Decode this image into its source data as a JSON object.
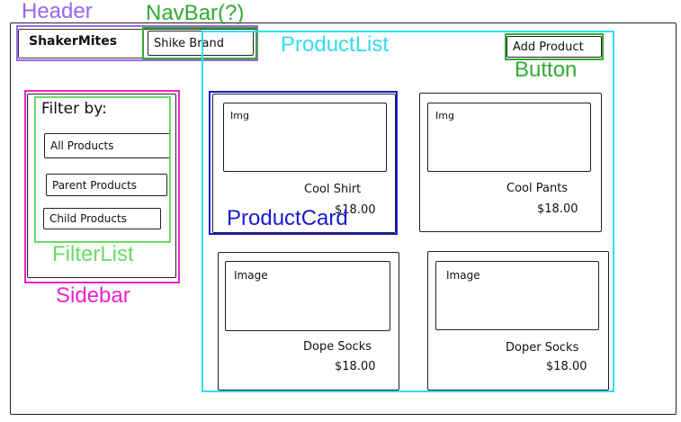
{
  "colors": {
    "header": "#9966ee",
    "navbar": "#33aa33",
    "product_list": "#33ddee",
    "button": "#33aa33",
    "sidebar": "#ee22cc",
    "filter_list": "#66dd66",
    "product_card": "#1a1ad0"
  },
  "annotations": {
    "header": "Header",
    "navbar": "NavBar(?)",
    "product_list": "ProductList",
    "button": "Button",
    "filter_list": "FilterList",
    "sidebar": "Sidebar",
    "product_card": "ProductCard"
  },
  "header": {
    "brand": "ShakerMites",
    "nav_link": "Shike Brand"
  },
  "actions": {
    "add_product": "Add Product"
  },
  "sidebar": {
    "title": "Filter by:",
    "filters": [
      "All Products",
      "Parent Products",
      "Child Products"
    ]
  },
  "products": [
    {
      "image": "Img",
      "name": "Cool Shirt",
      "price": "$18.00"
    },
    {
      "image": "Img",
      "name": "Cool Pants",
      "price": "$18.00"
    },
    {
      "image": "Image",
      "name": "Dope Socks",
      "price": "$18.00"
    },
    {
      "image": "Image",
      "name": "Doper Socks",
      "price": "$18.00"
    }
  ]
}
